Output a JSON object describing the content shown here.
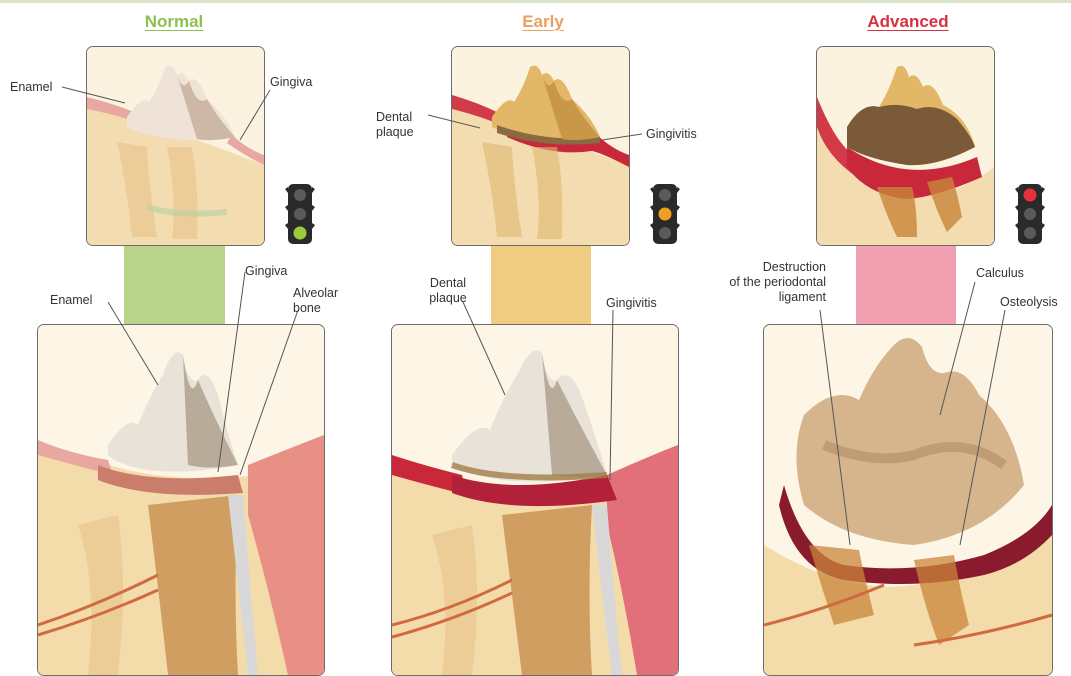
{
  "stages": {
    "normal": {
      "title": "Normal",
      "color": "#8cc152",
      "stem_color": "#b9d38a",
      "light": "green",
      "top_labels": {
        "enamel": "Enamel",
        "gingiva": "Gingiva"
      },
      "bottom_labels": {
        "enamel": "Enamel",
        "gingiva": "Gingiva",
        "alveolar_bone": "Alveolar\nbone"
      }
    },
    "early": {
      "title": "Early",
      "color": "#e8a060",
      "stem_color": "#f0cc82",
      "light": "amber",
      "top_labels": {
        "dental_plaque": "Dental\nplaque",
        "gingivitis": "Gingivitis"
      },
      "bottom_labels": {
        "dental_plaque": "Dental\nplaque",
        "gingivitis": "Gingivitis"
      }
    },
    "advanced": {
      "title": "Advanced",
      "color": "#d83040",
      "stem_color": "#f0a0b0",
      "light": "red",
      "bottom_labels": {
        "periodontal_ligament": "Destruction\nof the periodontal\nligament",
        "calculus": "Calculus",
        "osteolysis": "Osteolysis"
      }
    }
  },
  "traffic_light_colors": {
    "green": "#9ccc3c",
    "amber": "#f0a020",
    "red": "#e8303a",
    "off": "#5a5a5a",
    "housing": "#2a2a2a"
  }
}
